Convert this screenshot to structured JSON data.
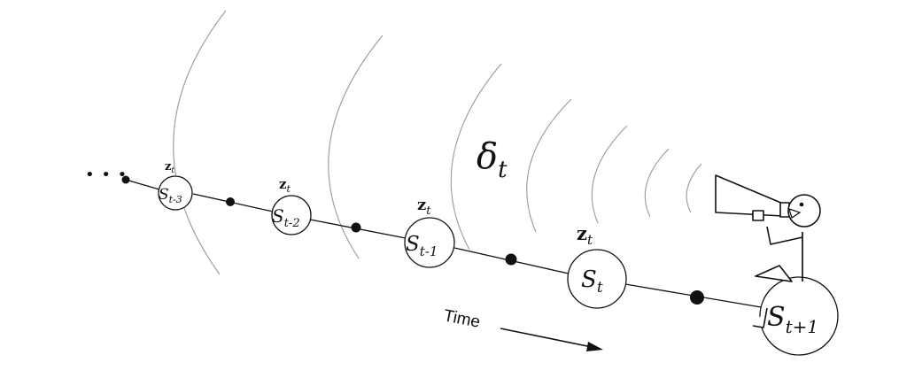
{
  "diagram": {
    "ellipsis": "• • •",
    "delta": {
      "symbol": "δ",
      "subscript": "t"
    },
    "time_label": "Time",
    "states": [
      {
        "z_symbol": "z",
        "z_subscript": "t",
        "s_symbol": "S",
        "s_subscript": "t-3"
      },
      {
        "z_symbol": "z",
        "z_subscript": "t",
        "s_symbol": "S",
        "s_subscript": "t-2"
      },
      {
        "z_symbol": "z",
        "z_subscript": "t",
        "s_symbol": "S",
        "s_subscript": "t-1"
      },
      {
        "z_symbol": "z",
        "z_subscript": "t",
        "s_symbol": "S",
        "s_subscript": "t"
      }
    ],
    "next_state": {
      "s_symbol": "S",
      "s_subscript": "t+1"
    },
    "figure_icon": "megaphone-speaker-icon"
  }
}
